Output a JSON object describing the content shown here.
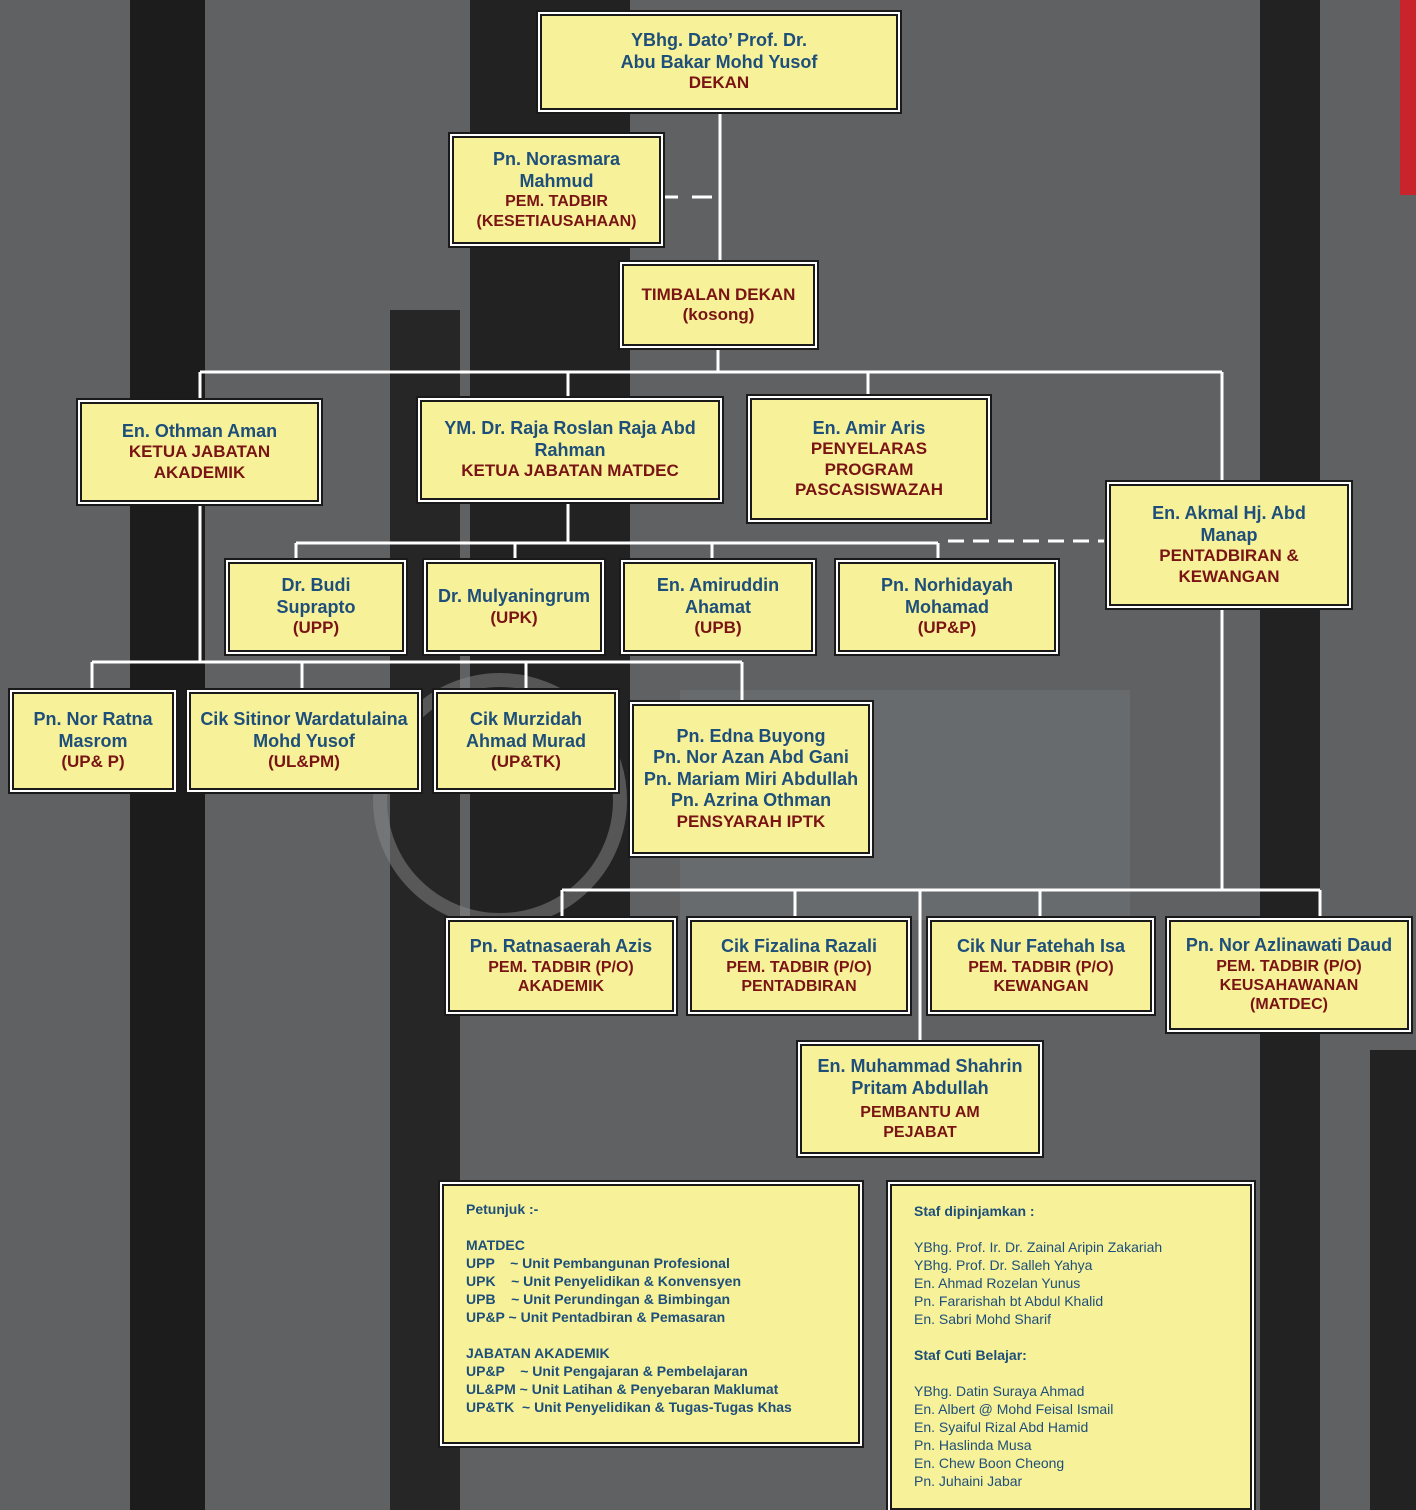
{
  "nodes": {
    "dekan": {
      "lines": [
        "YBhg. Dato’ Prof. Dr.",
        "Abu Bakar Mohd Yusof"
      ],
      "role": "DEKAN"
    },
    "pem_tadbir": {
      "lines": [
        "Pn. Norasmara",
        "Mahmud"
      ],
      "role": "PEM. TADBIR",
      "role2": "(KESETIAUSAHAAN)"
    },
    "timbalan": {
      "role": "TIMBALAN DEKAN",
      "role2": "(kosong)"
    },
    "othman": {
      "lines": [
        "En. Othman Aman"
      ],
      "role": "KETUA JABATAN",
      "role2": "AKADEMIK"
    },
    "raja": {
      "lines": [
        "YM. Dr. Raja Roslan Raja Abd",
        "Rahman"
      ],
      "role": "KETUA JABATAN MATDEC"
    },
    "amir": {
      "lines": [
        "En. Amir Aris"
      ],
      "role": "PENYELARAS",
      "role2": "PROGRAM",
      "role3": "PASCASISWAZAH"
    },
    "akmal": {
      "lines": [
        "En. Akmal Hj. Abd",
        "Manap"
      ],
      "role": "PENTADBIRAN &",
      "role2": "KEWANGAN"
    },
    "budi": {
      "lines": [
        "Dr. Budi",
        "Suprapto"
      ],
      "unit": "(UPP)"
    },
    "mulyaningrum": {
      "lines": [
        "Dr. Mulyaningrum"
      ],
      "unit": "(UPK)"
    },
    "amiruddin": {
      "lines": [
        "En. Amiruddin",
        "Ahamat"
      ],
      "unit": "(UPB)"
    },
    "norhidayah": {
      "lines": [
        "Pn. Norhidayah",
        "Mohamad"
      ],
      "unit": "(UP&P)"
    },
    "ratna": {
      "lines": [
        "Pn. Nor Ratna",
        "Masrom"
      ],
      "unit": "(UP& P)"
    },
    "sitinor": {
      "lines": [
        "Cik Sitinor Wardatulaina",
        "Mohd Yusof"
      ],
      "unit": "(UL&PM)"
    },
    "murzidah": {
      "lines": [
        "Cik Murzidah",
        "Ahmad Murad"
      ],
      "unit": "(UP&TK)"
    },
    "pensyarah": {
      "lines": [
        "Pn. Edna Buyong",
        "Pn. Nor Azan Abd Gani",
        "Pn. Mariam Miri Abdullah",
        "Pn. Azrina Othman"
      ],
      "role": "PENSYARAH IPTK"
    },
    "ratnasaerah": {
      "lines": [
        "Pn. Ratnasaerah Azis"
      ],
      "role": "PEM. TADBIR (P/O)",
      "role2": "AKADEMIK"
    },
    "fizalina": {
      "lines": [
        "Cik Fizalina Razali"
      ],
      "role": "PEM. TADBIR (P/O)",
      "role2": "PENTADBIRAN"
    },
    "fatehah": {
      "lines": [
        "Cik Nur Fatehah Isa"
      ],
      "role": "PEM. TADBIR (P/O)",
      "role2": "KEWANGAN"
    },
    "azlinawati": {
      "lines": [
        "Pn. Nor Azlinawati Daud"
      ],
      "role": "PEM. TADBIR (P/O)",
      "role2": "KEUSAHAWANAN",
      "role3": "(MATDEC)"
    },
    "shahrin": {
      "lines": [
        "En. Muhammad Shahrin",
        "Pritam Abdullah"
      ],
      "role": "PEMBANTU AM",
      "role2": "PEJABAT"
    }
  },
  "petunjuk": {
    "title": "Petunjuk :-",
    "matdec_heading": "MATDEC",
    "matdec": [
      "UPP    ~ Unit Pembangunan Profesional",
      "UPK    ~ Unit Penyelidikan & Konvensyen",
      "UPB    ~ Unit Perundingan & Bimbingan",
      "UP&P ~ Unit Pentadbiran & Pemasaran"
    ],
    "akademik_heading": "JABATAN AKADEMIK",
    "akademik": [
      "UP&P    ~ Unit Pengajaran & Pembelajaran",
      "UL&PM ~ Unit Latihan & Penyebaran Maklumat",
      "UP&TK  ~ Unit Penyelidikan & Tugas-Tugas Khas"
    ]
  },
  "staf": {
    "dipinjam_heading": "Staf dipinjamkan :",
    "dipinjam": [
      "YBhg. Prof. Ir. Dr. Zainal Aripin Zakariah",
      "YBhg. Prof. Dr. Salleh Yahya",
      "En. Ahmad Rozelan Yunus",
      "Pn. Fararishah bt Abdul Khalid",
      "En. Sabri Mohd Sharif"
    ],
    "cuti_heading": "Staf Cuti Belajar:",
    "cuti": [
      "YBhg. Datin Suraya Ahmad",
      "En. Albert @ Mohd Feisal Ismail",
      "En. Syaiful Rizal Abd Hamid",
      "Pn. Haslinda Musa",
      "En. Chew Boon Cheong",
      "Pn. Juhaini Jabar"
    ]
  },
  "colors": {
    "box_fill": "#f7f19a",
    "name_text": "#1e4f7a",
    "role_text": "#7a1414",
    "background": "#5f6163",
    "connector": "#ffffff"
  }
}
